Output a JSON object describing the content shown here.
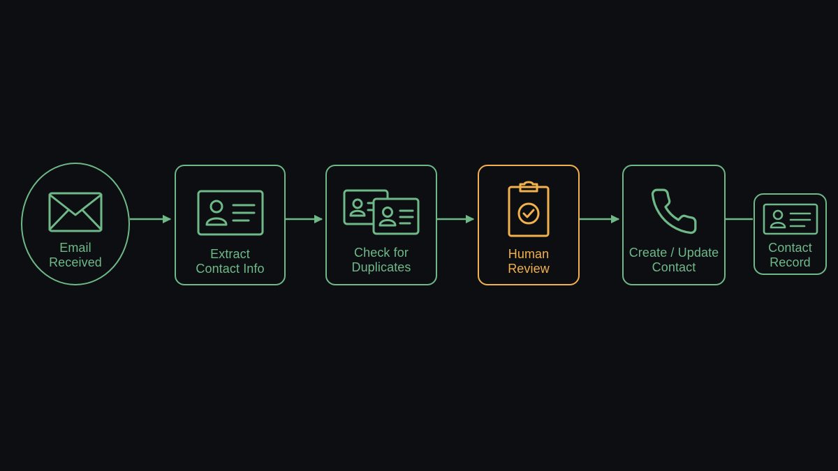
{
  "colors": {
    "background": "#0c0e12",
    "step": "#6fb989",
    "highlight": "#f2b14c"
  },
  "steps": [
    {
      "id": "email-received",
      "icon": "envelope-icon",
      "lines": [
        "Email",
        "Received"
      ]
    },
    {
      "id": "extract-contact-info",
      "icon": "contact-card-icon",
      "lines": [
        "Extract",
        "Contact Info"
      ]
    },
    {
      "id": "check-for-duplicates",
      "icon": "duplicate-cards-icon",
      "lines": [
        "Check for",
        "Duplicates"
      ]
    },
    {
      "id": "human-review",
      "icon": "clipboard-check-icon",
      "lines": [
        "Human",
        "Review"
      ],
      "highlighted": true
    },
    {
      "id": "create-update-contact",
      "icon": "phone-icon",
      "lines": [
        "Create / Update",
        "Contact"
      ]
    },
    {
      "id": "contact-record",
      "icon": "contact-card-icon",
      "lines": [
        "Contact",
        "Record"
      ]
    }
  ]
}
